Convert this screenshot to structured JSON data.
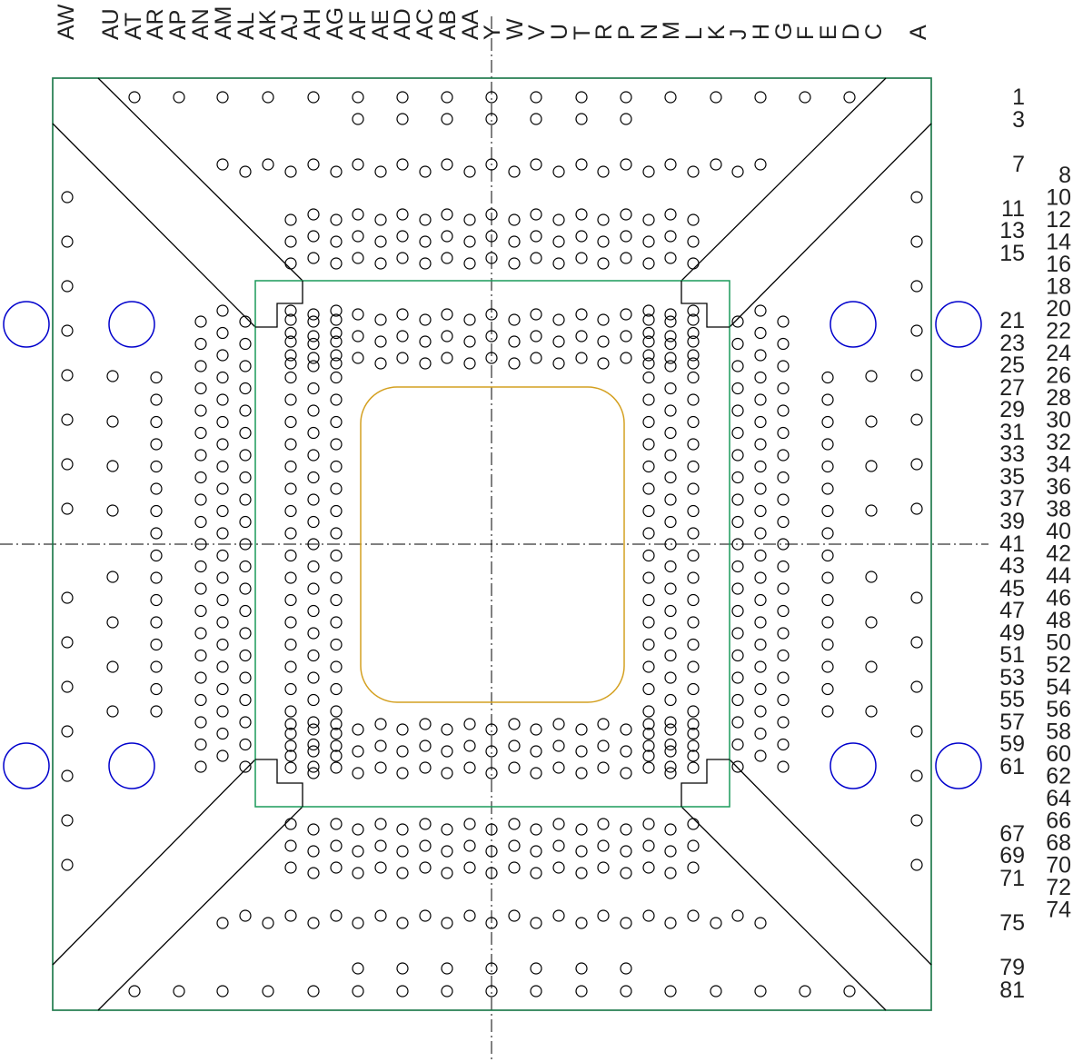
{
  "colors": {
    "outline": "#000000",
    "green": "#1a9a5a",
    "blue": "#0000cc",
    "die": "#d4a020",
    "pad": "#000000"
  },
  "column_labels": [
    "AW",
    "AU",
    "AT",
    "AR",
    "AP",
    "AN",
    "AM",
    "AL",
    "AK",
    "AJ",
    "AH",
    "AG",
    "AF",
    "AE",
    "AD",
    "AC",
    "AB",
    "AA",
    "Y",
    "W",
    "V",
    "U",
    "T",
    "R",
    "P",
    "N",
    "M",
    "L",
    "K",
    "J",
    "H",
    "G",
    "F",
    "E",
    "D",
    "C",
    "A"
  ],
  "row_labels_left": [
    "1",
    "3",
    "7",
    "11",
    "13",
    "15",
    "21",
    "23",
    "25",
    "27",
    "29",
    "31",
    "33",
    "35",
    "37",
    "39",
    "41",
    "43",
    "45",
    "47",
    "49",
    "51",
    "53",
    "55",
    "57",
    "59",
    "61",
    "67",
    "69",
    "71",
    "75",
    "79",
    "81"
  ],
  "row_labels_right": [
    "8",
    "10",
    "12",
    "14",
    "16",
    "18",
    "20",
    "22",
    "24",
    "26",
    "28",
    "30",
    "32",
    "34",
    "36",
    "38",
    "40",
    "42",
    "44",
    "46",
    "48",
    "50",
    "52",
    "54",
    "56",
    "58",
    "60",
    "62",
    "64",
    "66",
    "68",
    "70",
    "72",
    "74"
  ]
}
